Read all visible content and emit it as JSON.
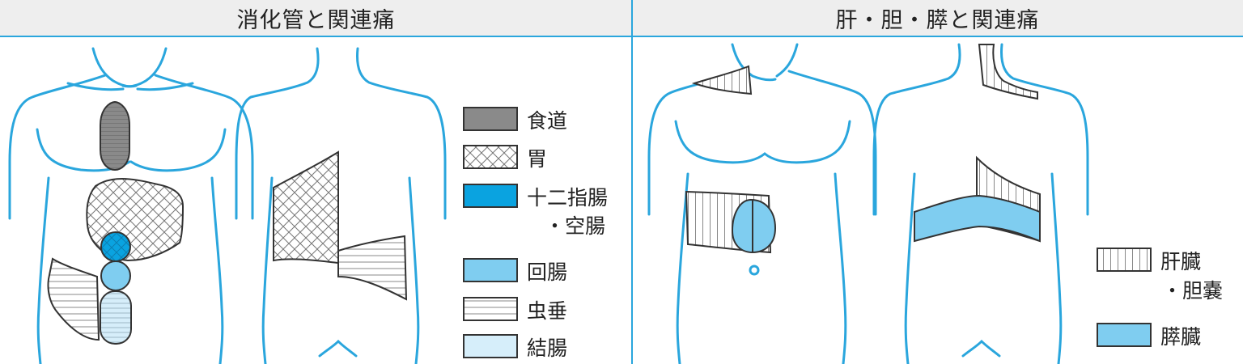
{
  "panels": {
    "left_title": "消化管と関連痛",
    "right_title": "肝・胆・膵と関連痛"
  },
  "legend_left": {
    "esophagus": "食道",
    "stomach": "胃",
    "duodenum_line1": "十二指腸",
    "duodenum_line2": "・空腸",
    "ileum": "回腸",
    "appendix": "虫垂",
    "colon": "結腸"
  },
  "legend_right": {
    "liver_line1": "肝臓",
    "liver_line2": "・胆嚢",
    "pancreas": "膵臓"
  },
  "colors": {
    "body_outline": "#2aa6dd",
    "esophagus": "#8a8a8a",
    "duodenum": "#0aa3e0",
    "ileum": "#7fcdf0",
    "colon": "#d6eefa",
    "pancreas": "#7fcdf0",
    "header_bg": "#eeeeee"
  }
}
